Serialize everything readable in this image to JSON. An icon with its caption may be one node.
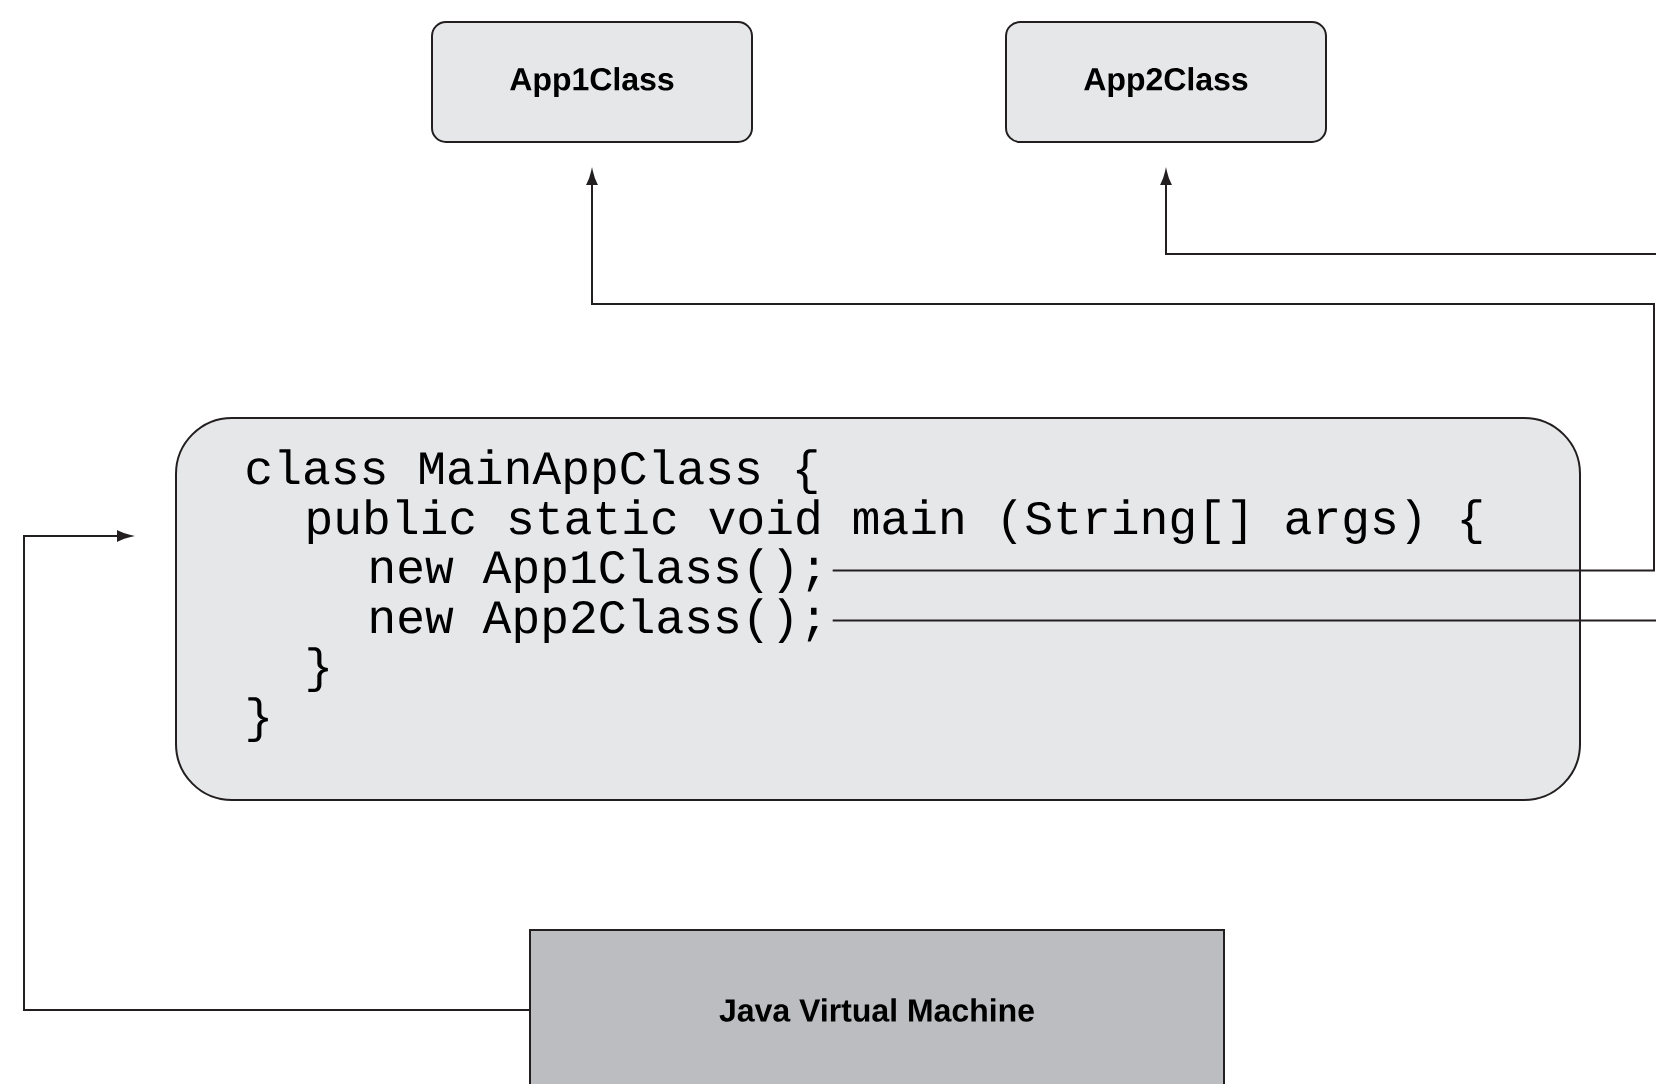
{
  "diagram": {
    "nodes": [
      {
        "text": [
          "App1Class"
        ]
      },
      {
        "text": [
          "App2Class"
        ]
      },
      {
        "text": [
          "class MainAppClass {",
          "public static void main (String[] args) {",
          "}",
          "}"
        ]
      },
      {
        "text": [
          "new App1Class();"
        ],
        "in": 2
      },
      {
        "text": [
          "new App2Class();"
        ],
        "in": 2
      },
      {
        "text": [
          "Java Virtual Machine"
        ]
      }
    ],
    "edges": [
      {
        "from": 3,
        "to": 0,
        "arrow": "to"
      },
      {
        "from": 4,
        "to": 1,
        "arrow": "to"
      },
      {
        "from": 5,
        "to": 2,
        "arrow": "to"
      }
    ]
  }
}
